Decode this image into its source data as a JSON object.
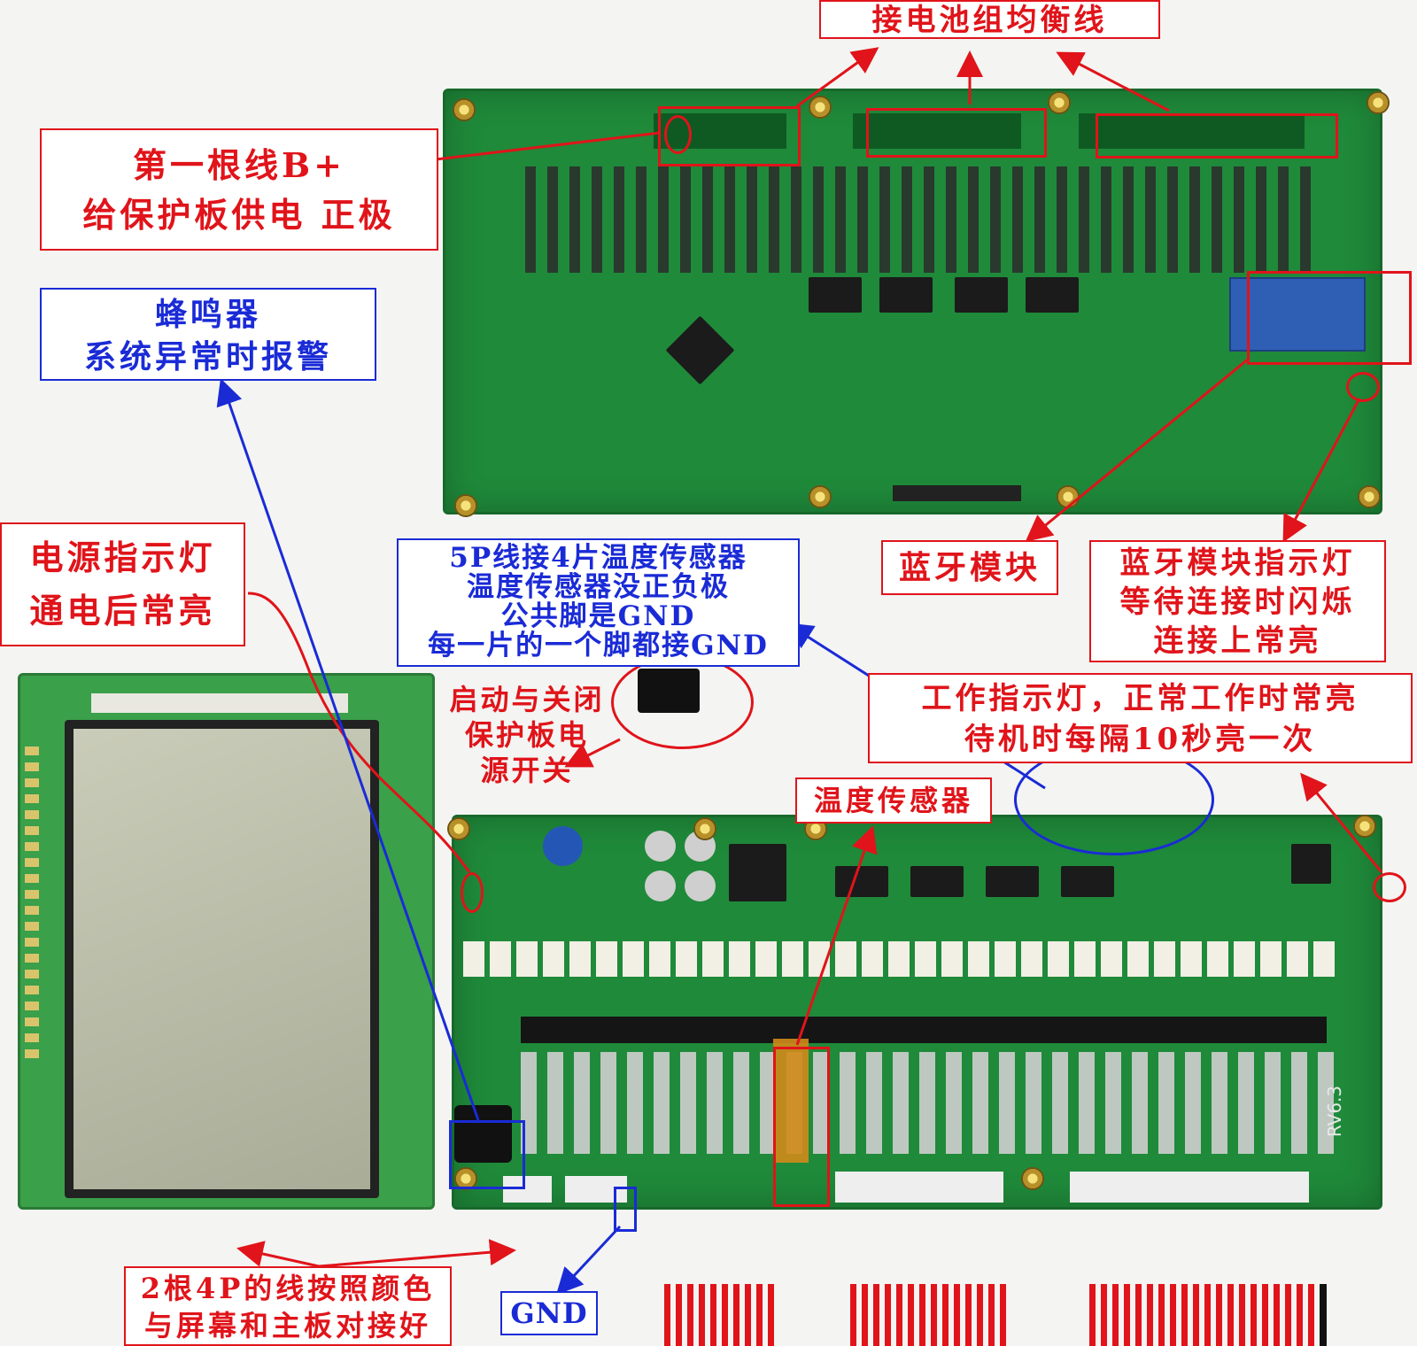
{
  "labels": {
    "balance_title": "接电池组均衡线",
    "b_plus_line1": "第一根线B+",
    "b_plus_line2": "给保护板供电 正极",
    "buzzer_line1": "蜂鸣器",
    "buzzer_line2": "系统异常时报警",
    "power_led_line1": "电源指示灯",
    "power_led_line2": "通电后常亮",
    "temp5p_line1": "5P线接4片温度传感器",
    "temp5p_line2": "温度传感器没正负极",
    "temp5p_line3": "公共脚是GND",
    "temp5p_line4": "每一片的一个脚都接GND",
    "bt_module": "蓝牙模块",
    "bt_led_line1": "蓝牙模块指示灯",
    "bt_led_line2": "等待连接时闪烁",
    "bt_led_line3": "连接上常亮",
    "switch_line1": "启动与关闭",
    "switch_line2": "保护板电",
    "switch_line3": "源开关",
    "work_led_line1": "工作指示灯，正常工作时常亮",
    "work_led_line2": "待机时每隔10秒亮一次",
    "temp_sensor": "温度传感器",
    "cable_line1": "2根4P的线按照颜色",
    "cable_line2": "与屏幕和主板对接好",
    "gnd": "GND",
    "board_rev": "RV6.3"
  },
  "colors": {
    "annotation_red": "#e0141a",
    "annotation_blue": "#1a2bd6",
    "pcb_green": "#1f8a3a"
  }
}
